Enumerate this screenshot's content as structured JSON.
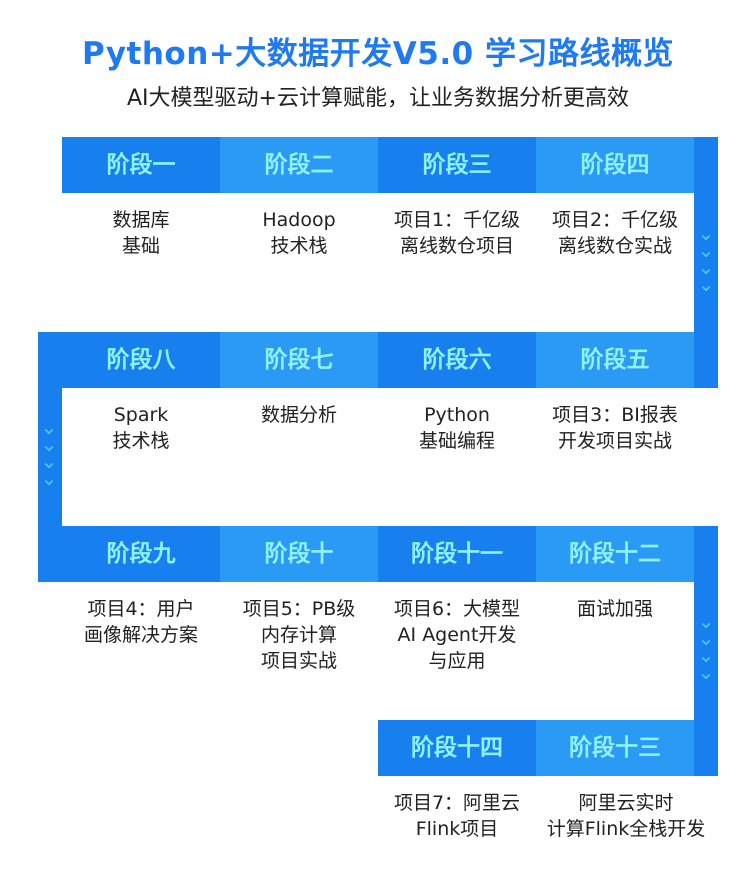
{
  "title": "Python+大数据开发V5.0  学习路线概览",
  "subtitle": "AI大模型驱动+云计算赋能，让业务数据分析更高效",
  "stages": [
    {
      "label": "阶段一",
      "desc": "数据库\n基础"
    },
    {
      "label": "阶段二",
      "desc": "Hadoop\n技术栈"
    },
    {
      "label": "阶段三",
      "desc": "项目1：千亿级\n离线数仓项目"
    },
    {
      "label": "阶段四",
      "desc": "项目2：千亿级\n离线数仓实战"
    },
    {
      "label": "阶段五",
      "desc": "项目3：BI报表\n开发项目实战"
    },
    {
      "label": "阶段六",
      "desc": "Python\n基础编程"
    },
    {
      "label": "阶段七",
      "desc": "数据分析"
    },
    {
      "label": "阶段八",
      "desc": "Spark\n技术栈"
    },
    {
      "label": "阶段九",
      "desc": "项目4：用户\n画像解决方案"
    },
    {
      "label": "阶段十",
      "desc": "项目5：PB级\n内存计算\n项目实战"
    },
    {
      "label": "阶段十一",
      "desc": "项目6：大模型\nAI Agent开发\n与应用"
    },
    {
      "label": "阶段十二",
      "desc": "面试加强"
    },
    {
      "label": "阶段十三",
      "desc": "阿里云实时\n计算Flink全栈开发"
    },
    {
      "label": "阶段十四",
      "desc": "项目7：阿里云\nFlink项目"
    }
  ],
  "colors": {
    "title": "#1f7af2",
    "band_dark": "#1780ee",
    "band_light": "#2b9af4",
    "stage_label": "#8ff3ff",
    "chevron": "#53c5ff"
  },
  "icons": {
    "arrow": "chevron-down-icon"
  }
}
